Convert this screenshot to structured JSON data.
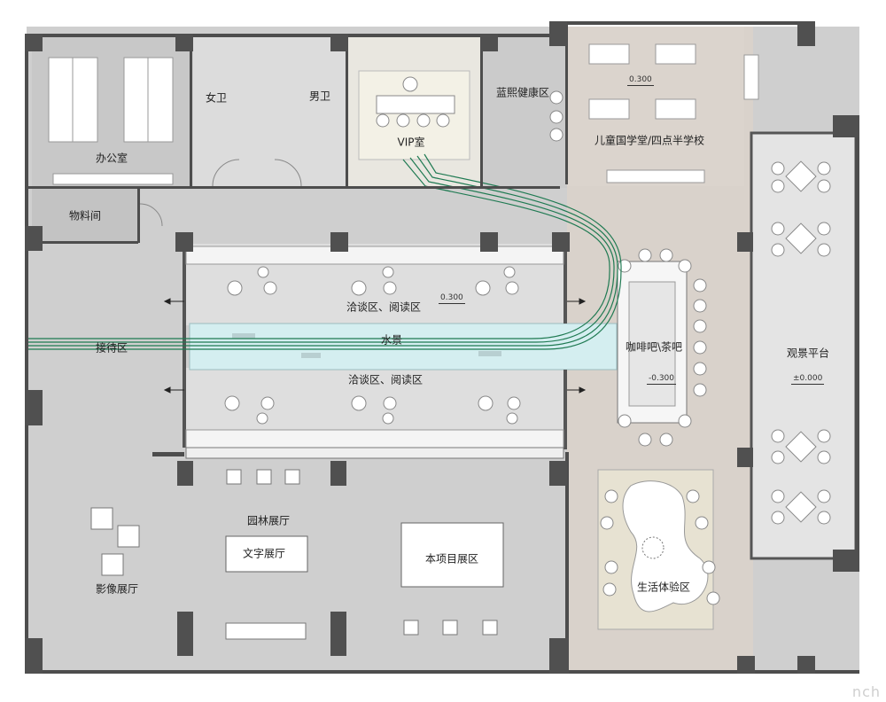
{
  "rooms": {
    "office": "办公室",
    "womens_wc": "女卫",
    "mens_wc": "男卫",
    "vip_room": "VIP室",
    "health_zone": "蓝熙健康区",
    "kids_school": "儿童国学堂/四点半学校",
    "materials_room": "物料间",
    "reception": "接待区",
    "lounge_upper": "洽谈区、阅读区",
    "lounge_lower": "洽谈区、阅读区",
    "water_feature": "水景",
    "cafe": "咖啡吧\\茶吧",
    "viewing_platform": "观景平台",
    "garden_hall": "园林展厅",
    "text_hall": "文字展厅",
    "project_zone": "本项目展区",
    "image_hall": "影像展厅",
    "life_zone": "生活体验区"
  },
  "levels": {
    "kids": "0.300",
    "lounge": "0.300",
    "cafe": "-0.300",
    "platform": "±0.000"
  },
  "watermark": "nch",
  "colors": {
    "wall": "#505050",
    "floor_grey": "#c9c9c9",
    "floor_beige": "#d8d2cb",
    "lounge": "#dcdcdc",
    "water": "#d6eef0",
    "route": "#1f7a52"
  }
}
